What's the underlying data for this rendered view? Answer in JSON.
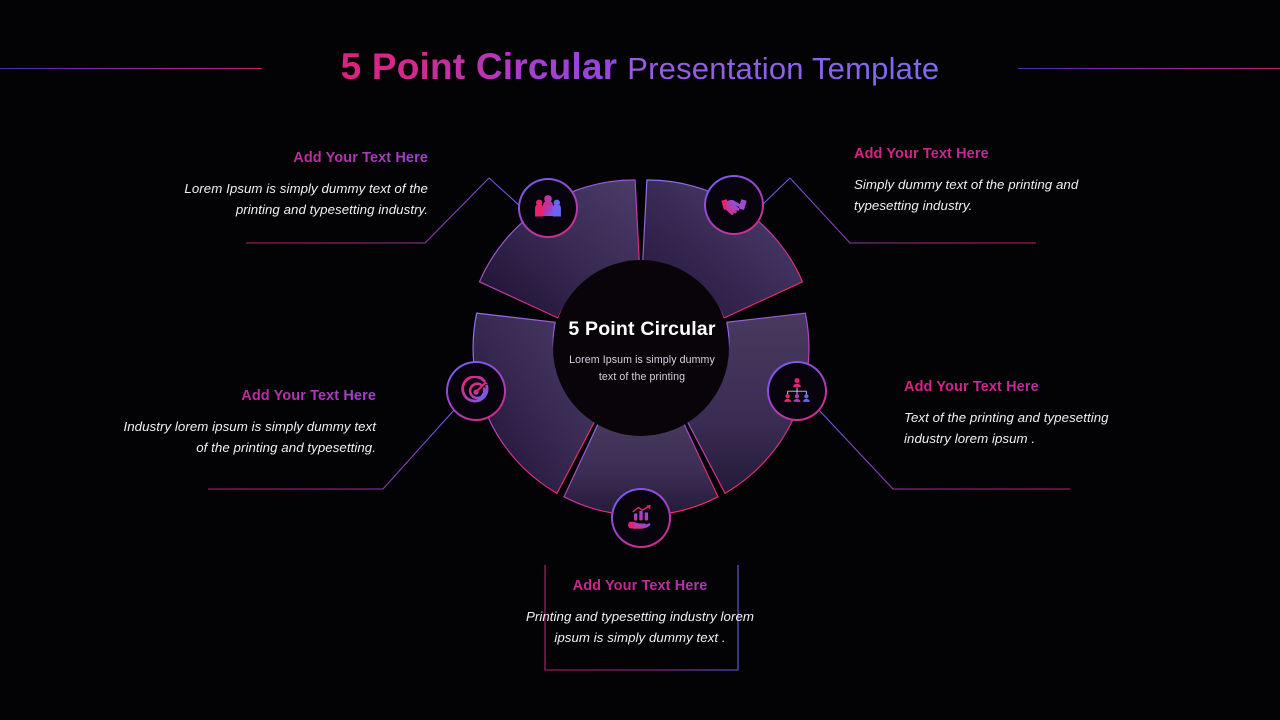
{
  "header": {
    "title_strong": "5 Point Circular",
    "title_light": "Presentation Template",
    "accent_pink": "#e0217f",
    "accent_purple": "#7e6bef"
  },
  "center": {
    "title": "5 Point Circular",
    "subtitle_line1": "Lorem Ipsum is simply dummy",
    "subtitle_line2": "text of the printing"
  },
  "points": [
    {
      "id": "team",
      "icon": "people-group-icon",
      "heading": "Add Your Text Here",
      "body_line1": "Lorem Ipsum is simply dummy text of the",
      "body_line2": "printing and typesetting industry.",
      "align": "right"
    },
    {
      "id": "partnership",
      "icon": "handshake-icon",
      "heading": "Add Your Text Here",
      "body_line1": "Simply dummy text of the printing and",
      "body_line2": "typesetting industry.",
      "align": "left"
    },
    {
      "id": "target",
      "icon": "target-dart-icon",
      "heading": "Add Your Text Here",
      "body_line1": "Industry lorem ipsum is simply dummy text",
      "body_line2": "of the printing and typesetting.",
      "align": "right"
    },
    {
      "id": "hierarchy",
      "icon": "org-hierarchy-icon",
      "heading": "Add Your Text Here",
      "body_line1": "Text of the printing and typesetting",
      "body_line2": "industry lorem ipsum .",
      "align": "left"
    },
    {
      "id": "growth",
      "icon": "hand-growth-chart-icon",
      "heading": "Add Your Text Here",
      "body_line1": "Printing and typesetting industry lorem",
      "body_line2": "ipsum is simply dummy text .",
      "align": "center"
    }
  ]
}
